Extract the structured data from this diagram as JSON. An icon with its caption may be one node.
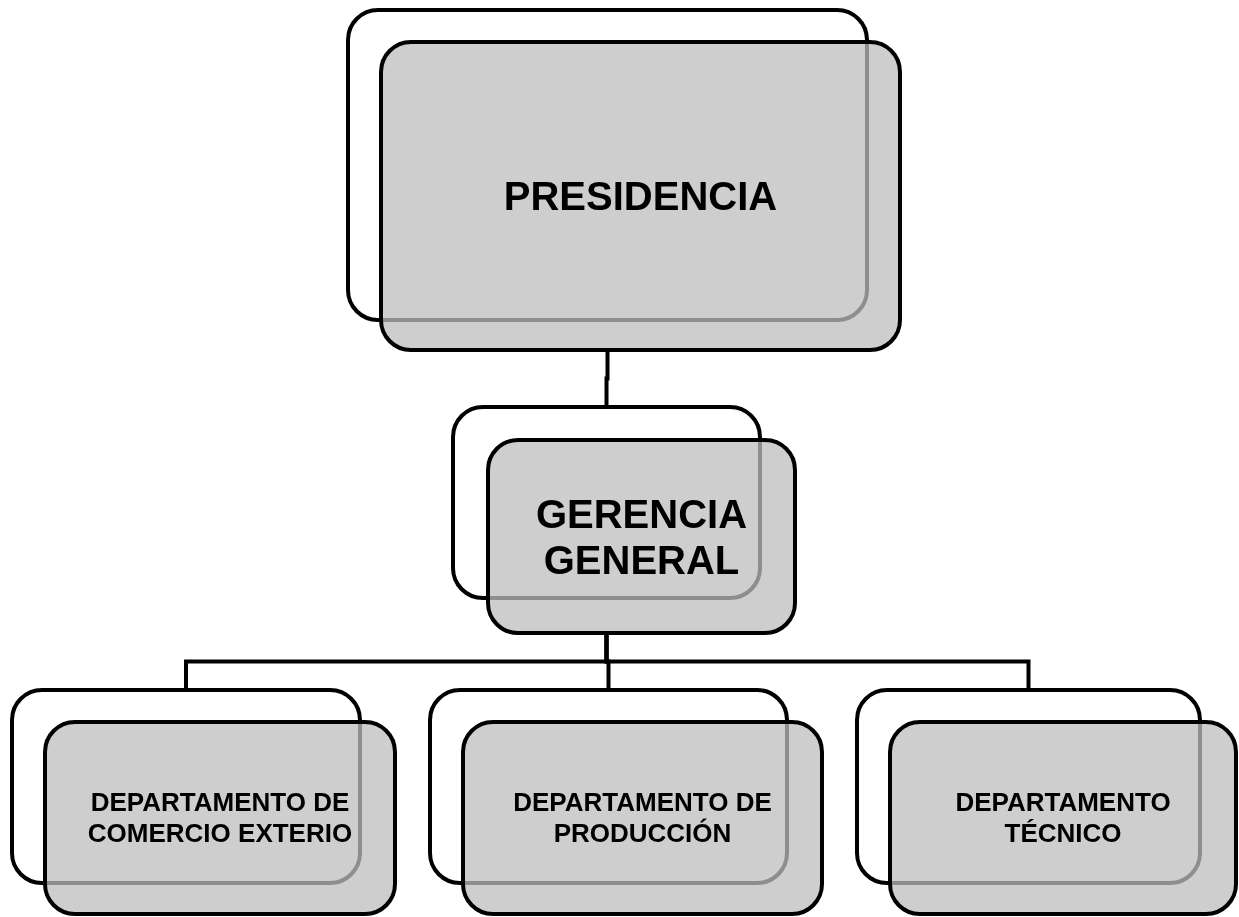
{
  "diagram": {
    "nodes": [
      {
        "text": [
          "PRESIDENCIA"
        ]
      },
      {
        "text": [
          "GERENCIA GENERAL"
        ]
      },
      {
        "text": [
          "DEPARTAMENTO DE COMERCIO EXTERIO"
        ]
      },
      {
        "text": [
          "DEPARTAMENTO DE PRODUCCIÓN"
        ]
      },
      {
        "text": [
          "DEPARTAMENTO TÉCNICO"
        ]
      }
    ],
    "edges": [
      {
        "from": 0,
        "to": 1,
        "arrow": "none"
      },
      {
        "from": 1,
        "to": 2,
        "arrow": "none"
      },
      {
        "from": 1,
        "to": 3,
        "arrow": "none"
      },
      {
        "from": 1,
        "to": 4,
        "arrow": "none"
      }
    ]
  }
}
